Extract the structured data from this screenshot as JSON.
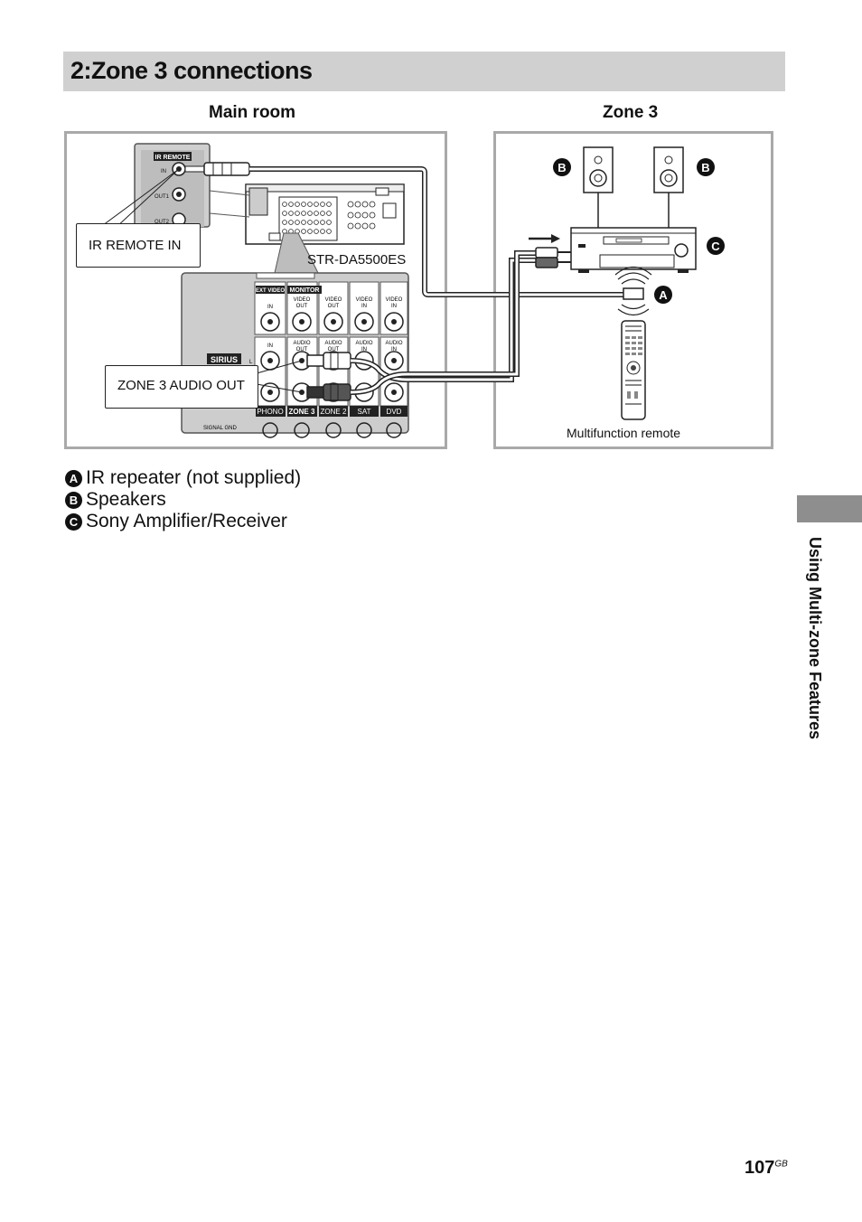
{
  "section_title": "2:Zone 3 connections",
  "rooms": {
    "main_room": "Main room",
    "zone3": "Zone 3"
  },
  "labels": {
    "ir_remote_in": "IR REMOTE IN",
    "receiver_model": "STR-DA5500ES",
    "zone3_audio_out": "ZONE 3 AUDIO OUT",
    "multifunction_remote": "Multifunction remote"
  },
  "panel_marks": {
    "ir_remote": "IR REMOTE",
    "in": "IN",
    "out1": "OUT1",
    "out2": "OUT2",
    "ext_video": "EXT VIDEO",
    "monitor": "MONITOR",
    "video_out_1": "VIDEO",
    "video_out_2": "OUT",
    "video_in_1": "VIDEO",
    "video_in_2": "IN",
    "audio_1": "AUDIO",
    "audio_out_2": "OUT",
    "audio_in_2": "IN",
    "sirius": "SIRIUS",
    "l": "L",
    "phono": "PHONO",
    "zone3": "ZONE 3",
    "zone2": "ZONE 2",
    "sat": "SAT",
    "dvd": "DVD",
    "signal_gnd": "SIGNAL GND"
  },
  "markers": {
    "a": "A",
    "b": "B",
    "c": "C"
  },
  "legend": [
    {
      "letter": "A",
      "text": "IR repeater (not supplied)"
    },
    {
      "letter": "B",
      "text": "Speakers"
    },
    {
      "letter": "C",
      "text": "Sony Amplifier/Receiver"
    }
  ],
  "side_tab": "Using Multi-zone Features",
  "page": {
    "number": "107",
    "suffix": "GB"
  }
}
